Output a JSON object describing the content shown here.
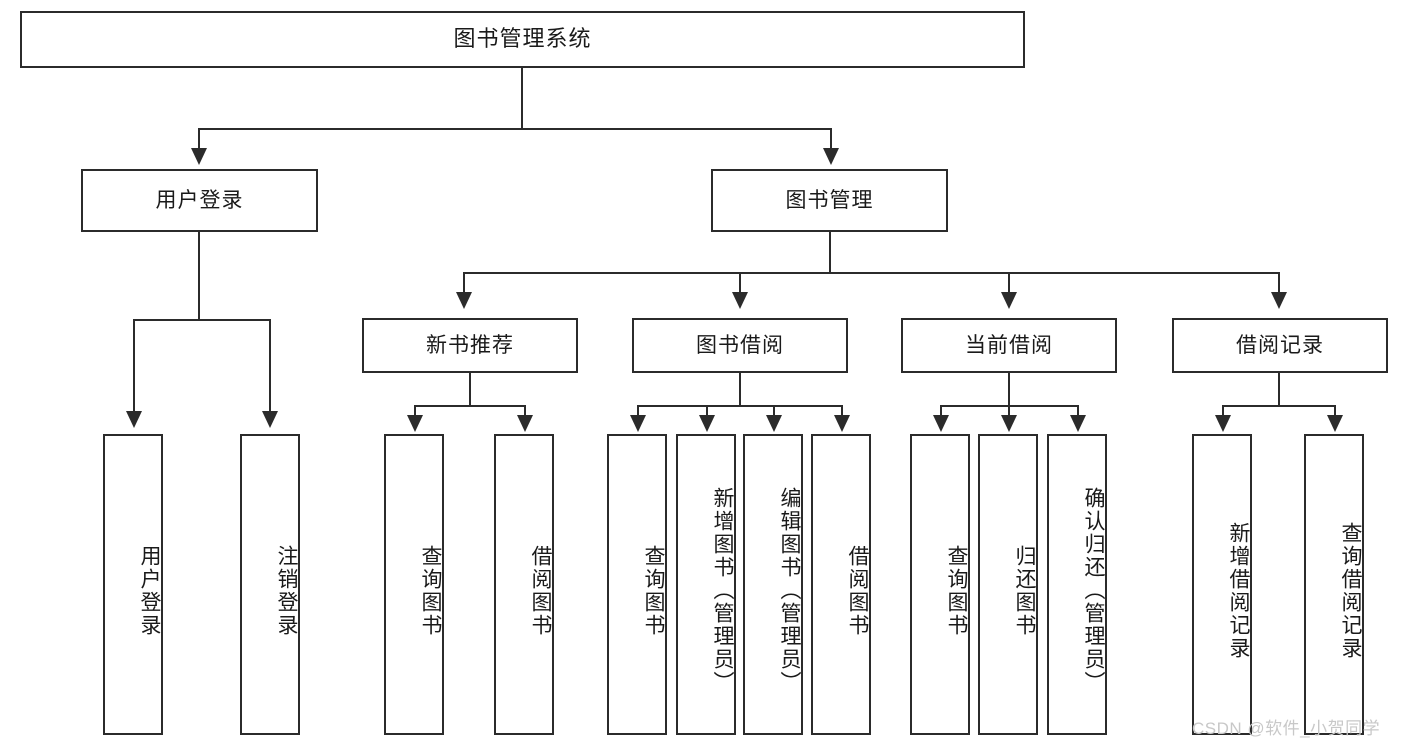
{
  "diagram": {
    "type": "hierarchy-tree",
    "title": "图书管理系统",
    "levels": 4,
    "nodes": {
      "root": {
        "label": "图书管理系统"
      },
      "level2": [
        {
          "id": "user-login",
          "label": "用户登录"
        },
        {
          "id": "book-management",
          "label": "图书管理"
        }
      ],
      "level3": [
        {
          "id": "new-book-recommend",
          "label": "新书推荐"
        },
        {
          "id": "book-borrow",
          "label": "图书借阅"
        },
        {
          "id": "current-borrow",
          "label": "当前借阅"
        },
        {
          "id": "borrow-record",
          "label": "借阅记录"
        }
      ],
      "leaves": {
        "user_login": [
          {
            "id": "login",
            "label": "用户登录"
          },
          {
            "id": "logout",
            "label": "注销登录"
          }
        ],
        "new_book_recommend": [
          {
            "id": "query-book",
            "label": "查询图书"
          },
          {
            "id": "borrow-book",
            "label": "借阅图书"
          }
        ],
        "book_borrow": [
          {
            "id": "query-book",
            "label": "查询图书"
          },
          {
            "id": "add-book-admin",
            "label": "新增图书（管理员）"
          },
          {
            "id": "edit-book-admin",
            "label": "编辑图书（管理员）"
          },
          {
            "id": "borrow-book",
            "label": "借阅图书"
          }
        ],
        "current_borrow": [
          {
            "id": "query-book",
            "label": "查询图书"
          },
          {
            "id": "return-book",
            "label": "归还图书"
          },
          {
            "id": "confirm-return-admin",
            "label": "确认归还（管理员）"
          }
        ],
        "borrow_record": [
          {
            "id": "add-borrow-record",
            "label": "新增借阅记录"
          },
          {
            "id": "query-borrow-record",
            "label": "查询借阅记录"
          }
        ]
      }
    },
    "colors": {
      "stroke": "#2b2b2b",
      "fill": "#ffffff",
      "text": "#1a1a1a",
      "watermark": "#c8c8c8"
    }
  },
  "watermark": {
    "text": "CSDN @软件_小贺同学"
  }
}
